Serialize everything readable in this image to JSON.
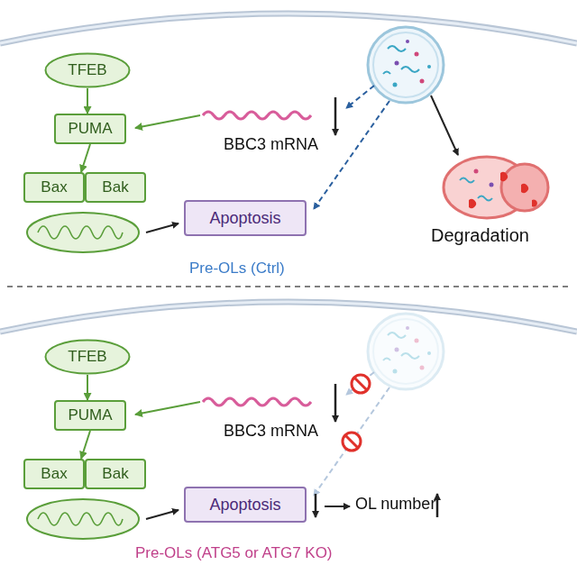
{
  "diagram": {
    "nodes": [
      {
        "text": [
          "TFEB"
        ]
      },
      {
        "text": [
          "PUMA"
        ]
      },
      {
        "text": [
          "Bax"
        ]
      },
      {
        "text": [
          "Bak"
        ]
      },
      {
        "text": [
          "Apoptosis"
        ]
      },
      {
        "text": [
          "TFEB"
        ]
      },
      {
        "text": [
          "PUMA"
        ]
      },
      {
        "text": [
          "Bax"
        ]
      },
      {
        "text": [
          "Bak"
        ]
      },
      {
        "text": [
          "Apoptosis"
        ]
      }
    ],
    "edges": [
      {
        "from": 0,
        "to": 1,
        "arrow": "to"
      },
      {
        "from": 1,
        "to": 2,
        "arrow": "to"
      },
      {
        "from": 5,
        "to": 6,
        "arrow": "to"
      },
      {
        "from": 6,
        "to": 7,
        "arrow": "to"
      }
    ],
    "labels": [
      "BBC3 mRNA",
      "Degradation",
      "Pre-OLs (Ctrl)",
      "BBC3 mRNA",
      "OL number",
      "Pre-OLs (ATG5 or ATG7 KO)"
    ]
  }
}
